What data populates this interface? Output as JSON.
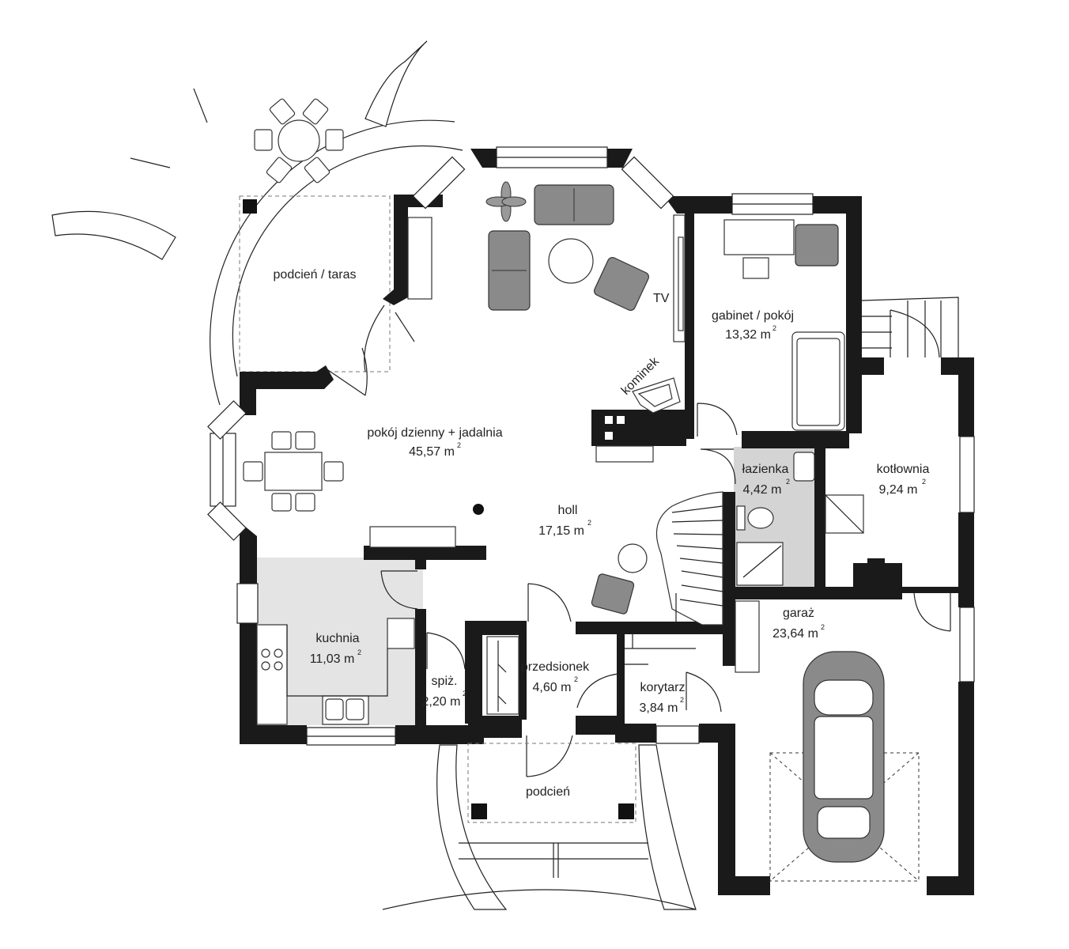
{
  "rooms": [
    {
      "name": "podcień / taras",
      "area": ""
    },
    {
      "name": "pokój dzienny + jadalnia",
      "area": "45,57 m"
    },
    {
      "name": "gabinet / pokój",
      "area": "13,32 m"
    },
    {
      "name": "łazienka",
      "area": "4,42 m"
    },
    {
      "name": "kotłownia",
      "area": "9,24 m"
    },
    {
      "name": "holl",
      "area": "17,15 m"
    },
    {
      "name": "kuchnia",
      "area": "11,03 m"
    },
    {
      "name": "spiż.",
      "area": "2,20 m"
    },
    {
      "name": "przedsionek",
      "area": "4,60 m"
    },
    {
      "name": "korytarz",
      "area": "3,84 m"
    },
    {
      "name": "garaż",
      "area": "23,64 m"
    },
    {
      "name": "podcień",
      "area": ""
    }
  ],
  "labels": {
    "tv": "TV",
    "fireplace": "kominek",
    "sq": "2"
  },
  "colors": {
    "wall": "#1a1a1a",
    "furniture_dark": "#8a8a8a",
    "wet_floor": "#d4d4d4",
    "kitchen_floor": "#e4e4e4"
  }
}
